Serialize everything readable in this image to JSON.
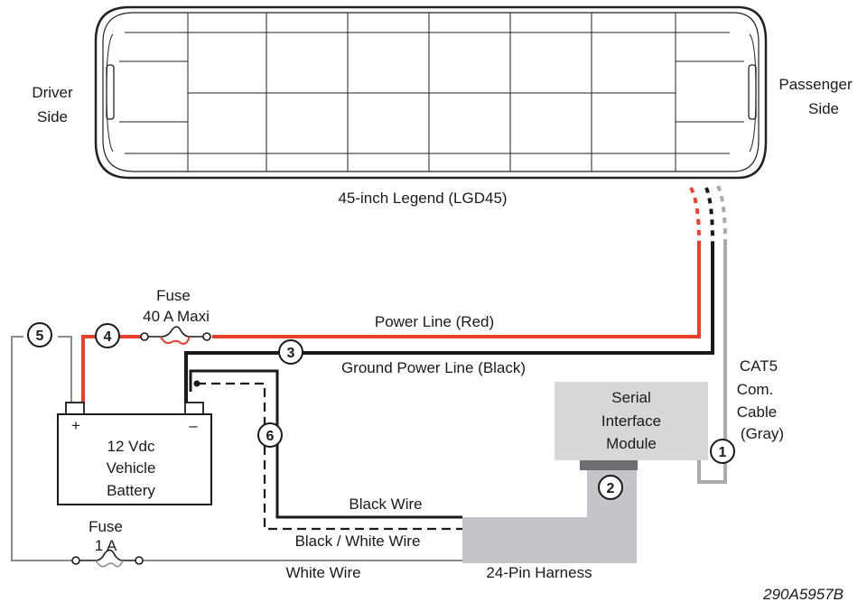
{
  "lightbar": {
    "legend_label": "45-inch Legend (LGD45)",
    "driver_side": [
      "Driver",
      "Side"
    ],
    "passenger_side": [
      "Passenger",
      "Side"
    ]
  },
  "fuse_main": {
    "title": "Fuse",
    "rating": "40 A Maxi"
  },
  "fuse_small": {
    "title": "Fuse",
    "rating": "1 A"
  },
  "wires": {
    "power": "Power Line (Red)",
    "ground": "Ground Power Line (Black)",
    "black": "Black Wire",
    "black_white": "Black / White Wire",
    "white": "White Wire",
    "cat5": [
      "CAT5",
      "Com.",
      "Cable",
      "(Gray)"
    ]
  },
  "battery": {
    "lines": [
      "12 Vdc",
      "Vehicle",
      "Battery"
    ],
    "plus": "+",
    "minus": "–"
  },
  "module": {
    "lines": [
      "Serial",
      "Interface",
      "Module"
    ]
  },
  "harness": {
    "label": "24-Pin Harness"
  },
  "callouts": [
    "1",
    "2",
    "3",
    "4",
    "5",
    "6"
  ],
  "drawing_code": "290A5957B",
  "colors": {
    "power": "#e8402a",
    "ground": "#1a1a1a",
    "cat5": "#a9aaac",
    "white_wire": "#8c8c8c",
    "module_fill": "#d6d7d9",
    "harness_fill": "#c4c5c8",
    "connector": "#6d6e71"
  }
}
